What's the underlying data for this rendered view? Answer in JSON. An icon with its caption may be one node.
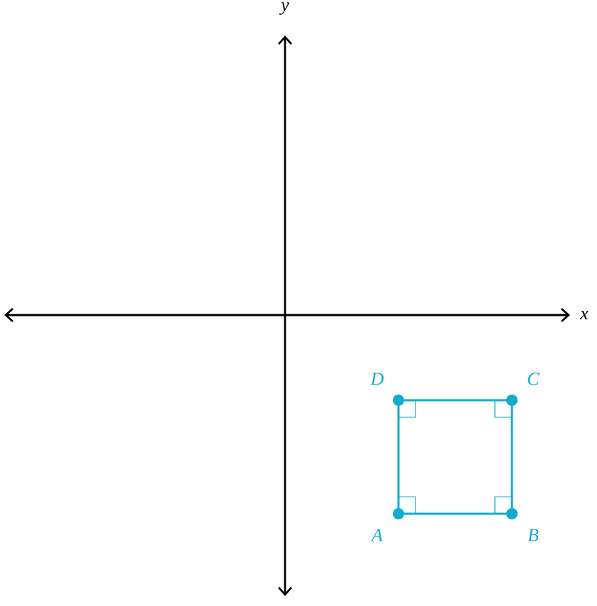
{
  "diagram": {
    "nodes": [
      {
        "text": [],
        "shape": "circle",
        "beside": [
          "D"
        ]
      },
      {
        "text": [],
        "shape": "circle",
        "beside": [
          "C"
        ]
      },
      {
        "text": [],
        "shape": "circle",
        "beside": [
          "A"
        ]
      },
      {
        "text": [],
        "shape": "circle",
        "beside": [
          "B"
        ]
      }
    ],
    "edges": [
      {
        "from": 0,
        "to": 1,
        "arrow": "none"
      },
      {
        "from": 1,
        "to": 3,
        "arrow": "none"
      },
      {
        "from": 3,
        "to": 2,
        "arrow": "none"
      },
      {
        "from": 2,
        "to": 0,
        "arrow": "none"
      }
    ],
    "labels": [
      "y",
      "x"
    ]
  }
}
